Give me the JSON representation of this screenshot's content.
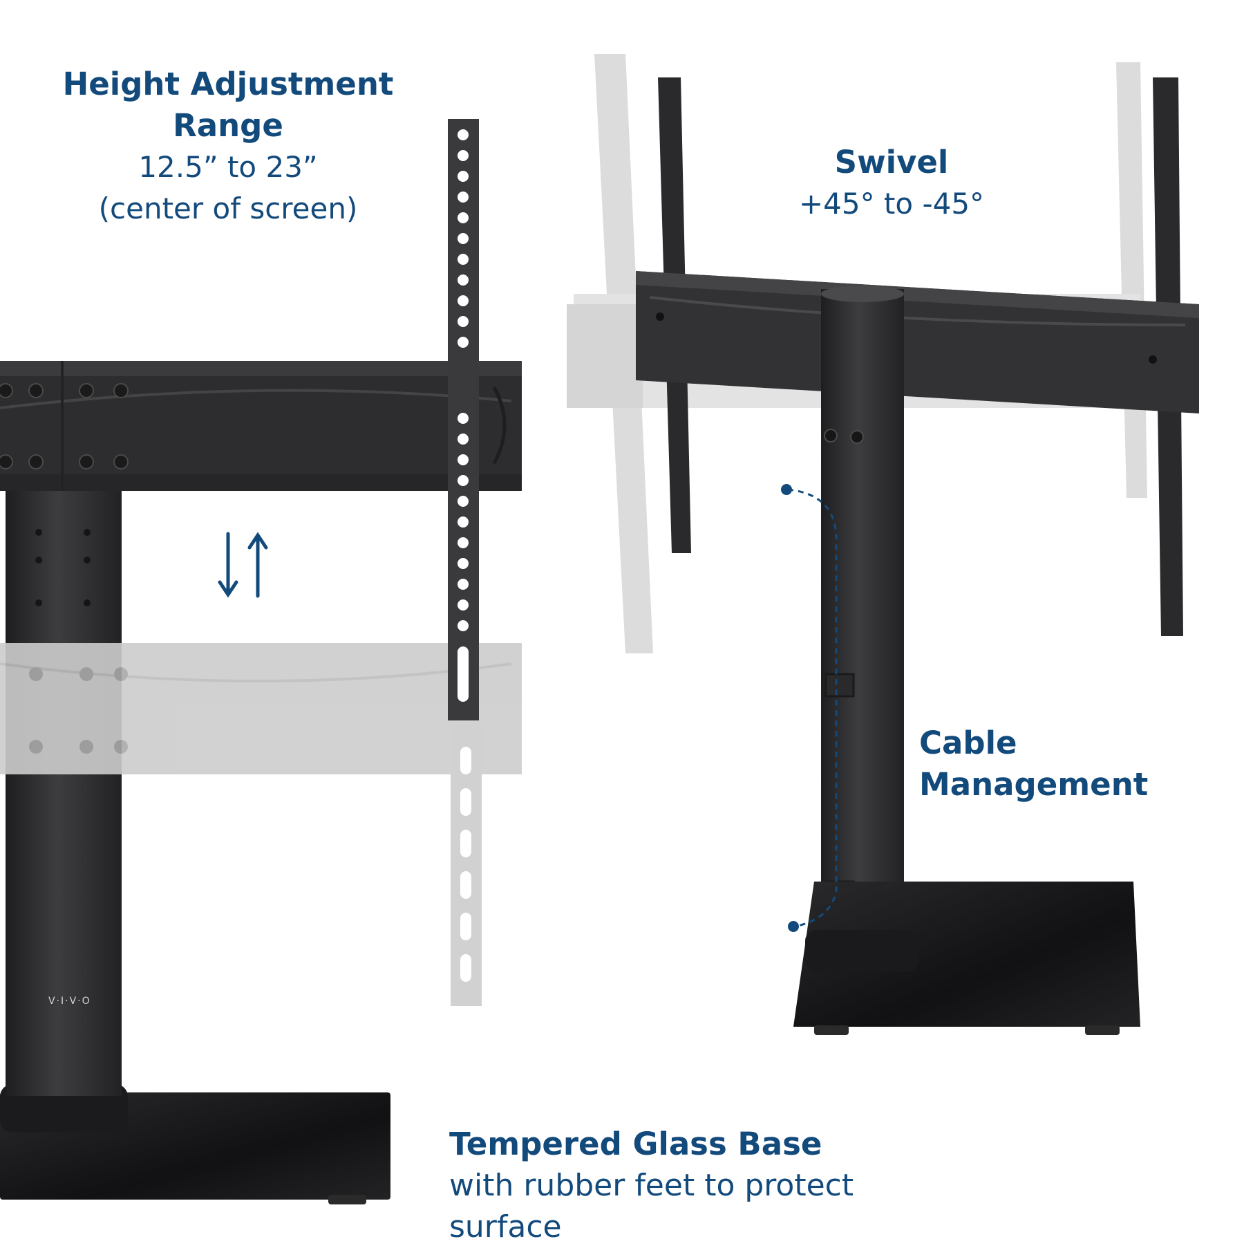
{
  "labels": {
    "height": {
      "heading_line1": "Height Adjustment",
      "heading_line2": "Range",
      "detail_line1": "12.5” to 23”",
      "detail_line2": "(center of screen)"
    },
    "swivel": {
      "heading": "Swivel",
      "detail": "+45° to -45°"
    },
    "cable": {
      "heading": "Cable Management"
    },
    "glass": {
      "heading": "Tempered Glass Base",
      "detail": "with rubber feet to protect surface"
    }
  },
  "brand": "V·I·V·O",
  "colors": {
    "accent": "#134a7c",
    "metal": "#2f2f30",
    "metal_light": "#3c3c3e",
    "ghost": "#c9c9c9",
    "glass": "#151516"
  },
  "icons": [
    "up-down-arrows-icon",
    "cable-path-icon"
  ]
}
